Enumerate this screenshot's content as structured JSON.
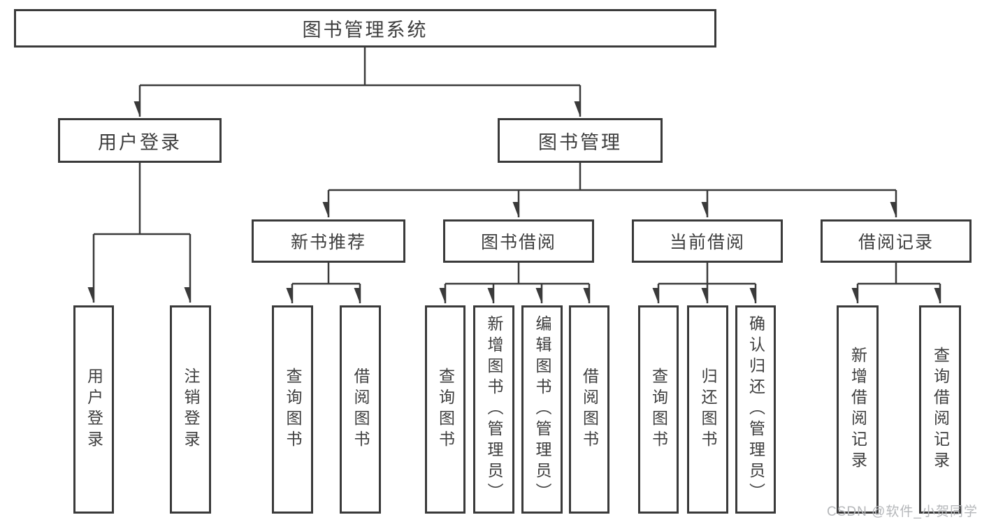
{
  "diagram": {
    "title": "图书管理系统",
    "tree": {
      "label": "图书管理系统",
      "children": [
        {
          "label": "用户登录",
          "children": [
            {
              "label": "用户登录"
            },
            {
              "label": "注销登录"
            }
          ]
        },
        {
          "label": "图书管理",
          "children": [
            {
              "label": "新书推荐",
              "children": [
                {
                  "label": "查询图书"
                },
                {
                  "label": "借阅图书"
                }
              ]
            },
            {
              "label": "图书借阅",
              "children": [
                {
                  "label": "查询图书"
                },
                {
                  "label": "新增图书（管理员）"
                },
                {
                  "label": "编辑图书（管理员）"
                },
                {
                  "label": "借阅图书"
                }
              ]
            },
            {
              "label": "当前借阅",
              "children": [
                {
                  "label": "查询图书"
                },
                {
                  "label": "归还图书"
                },
                {
                  "label": "确认归还（管理员）"
                }
              ]
            },
            {
              "label": "借阅记录",
              "children": [
                {
                  "label": "新增借阅记录"
                },
                {
                  "label": "查询借阅记录"
                }
              ]
            }
          ]
        }
      ]
    }
  },
  "watermark": {
    "text": "CSDN @软件_小贺同学",
    "color": "#b5b7ba"
  },
  "colors": {
    "background": "#ffffff",
    "box_fill": "#ffffff",
    "box_border": "#3a3a3a",
    "line": "#3a3a3a",
    "text": "#3e3e3e"
  }
}
